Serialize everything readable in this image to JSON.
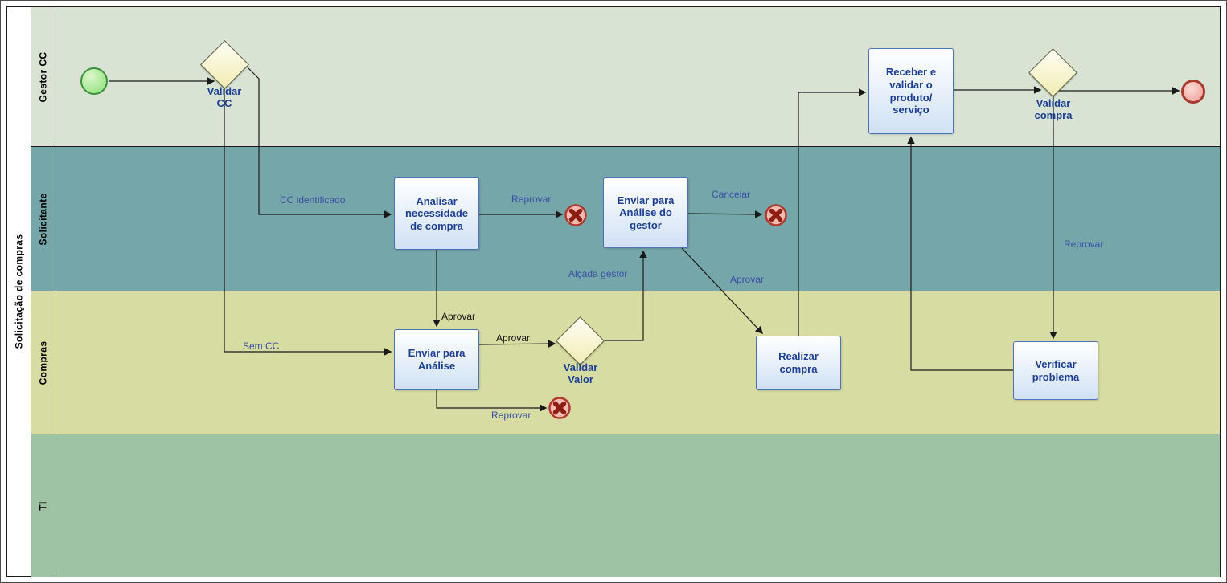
{
  "pool": {
    "title": "Solicitação de compras"
  },
  "lanes": {
    "gestor_cc": {
      "label": "Gestor CC"
    },
    "solicitante": {
      "label": "Solicitante"
    },
    "compras": {
      "label": "Compras"
    },
    "ti": {
      "label": "TI"
    }
  },
  "gateways": {
    "validar_cc": {
      "label": "Validar CC"
    },
    "validar_valor": {
      "label": "Validar Valor"
    },
    "validar_compra": {
      "label": "Validar compra"
    }
  },
  "tasks": {
    "analisar_necessidade": {
      "label": "Analisar necessidade de compra"
    },
    "enviar_analise_gestor": {
      "label": "Enviar para Análise do gestor"
    },
    "receber_validar": {
      "label": "Receber e validar o produto/ serviço"
    },
    "enviar_analise": {
      "label": "Enviar para Análise"
    },
    "realizar_compra": {
      "label": "Realizar compra"
    },
    "verificar_problema": {
      "label": "Verificar problema"
    }
  },
  "edge_labels": {
    "cc_identificado": "CC identificado",
    "sem_cc": "Sem CC",
    "reprovar_analise": "Reprovar",
    "aprovar_para_envio": "Aprovar",
    "aprovar_para_validar_valor": "Aprovar",
    "reprovar_envio": "Reprovar",
    "alcada_gestor": "Alçada gestor",
    "cancelar": "Cancelar",
    "aprovar_gestor": "Aprovar",
    "reprovar_compra": "Reprovar"
  },
  "colors": {
    "lane_gestor_cc": "#d8e3d3",
    "lane_solicitante": "#74a6aa",
    "lane_compras": "#d7dca3",
    "lane_ti": "#9dc2a4",
    "task_border": "#4d72b8",
    "task_text": "#1c3e94",
    "edge_label_blue": "#3a50a5",
    "edge_label_dark": "#141414",
    "start_event_fill": "#86e173",
    "end_event_fill": "#f09b93",
    "cancel_event_x": "#8c1f12"
  }
}
